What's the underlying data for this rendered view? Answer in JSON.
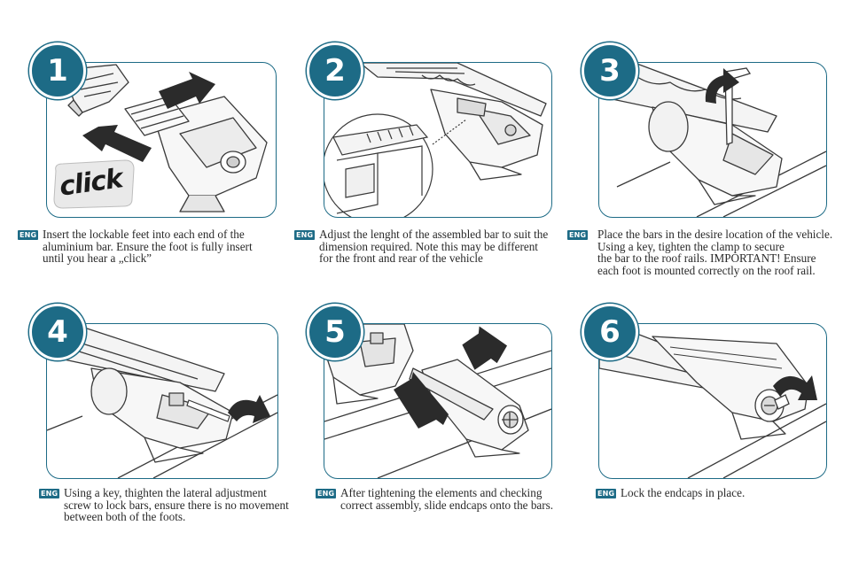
{
  "colors": {
    "accent": "#1d6b86",
    "line_art": "#3a3a3a",
    "arrow": "#2b2b2b"
  },
  "lang_tag": "ENG",
  "click_label": "click",
  "steps": [
    {
      "number": "1",
      "caption": "Insert the lockable feet into each end of the\naluminium bar. Ensure the foot is fully insert\nuntil you hear a „click”",
      "icons": [
        "bar-end-icon",
        "foot-clamp-icon",
        "insert-arrow-icon",
        "click-logo-icon"
      ]
    },
    {
      "number": "2",
      "caption": "Adjust the lenght of the assembled bar to suit the\ndimension required. Note this may be different\nfor the front and rear of the vehicle",
      "icons": [
        "bar-icon",
        "foot-clamp-icon",
        "magnifier-detail-icon"
      ]
    },
    {
      "number": "3",
      "caption": "Place the bars in the desire location of the vehicle.\nUsing a key, tighten the clamp to secure\nthe bar to the roof rails. IMPORTANT! Ensure\neach foot is mounted correctly on the roof rail.",
      "icons": [
        "bar-icon",
        "foot-clamp-icon",
        "hex-key-icon",
        "rotate-arrow-icon"
      ]
    },
    {
      "number": "4",
      "caption": "Using a key, thighten the lateral adjustment\nscrew to lock bars, ensure there is no movement\nbetween both of the foots.",
      "icons": [
        "bar-icon",
        "foot-clamp-icon",
        "hex-key-icon",
        "rotate-arrow-icon"
      ]
    },
    {
      "number": "5",
      "caption": "After tightening the elements and checking\ncorrect assembly, slide endcaps onto the bars.",
      "icons": [
        "endcap-icon",
        "foot-clamp-icon",
        "slide-arrow-icon"
      ]
    },
    {
      "number": "6",
      "caption": "Lock the endcaps in place.",
      "icons": [
        "bar-icon",
        "lock-cylinder-icon",
        "rotate-arrow-icon"
      ]
    }
  ]
}
